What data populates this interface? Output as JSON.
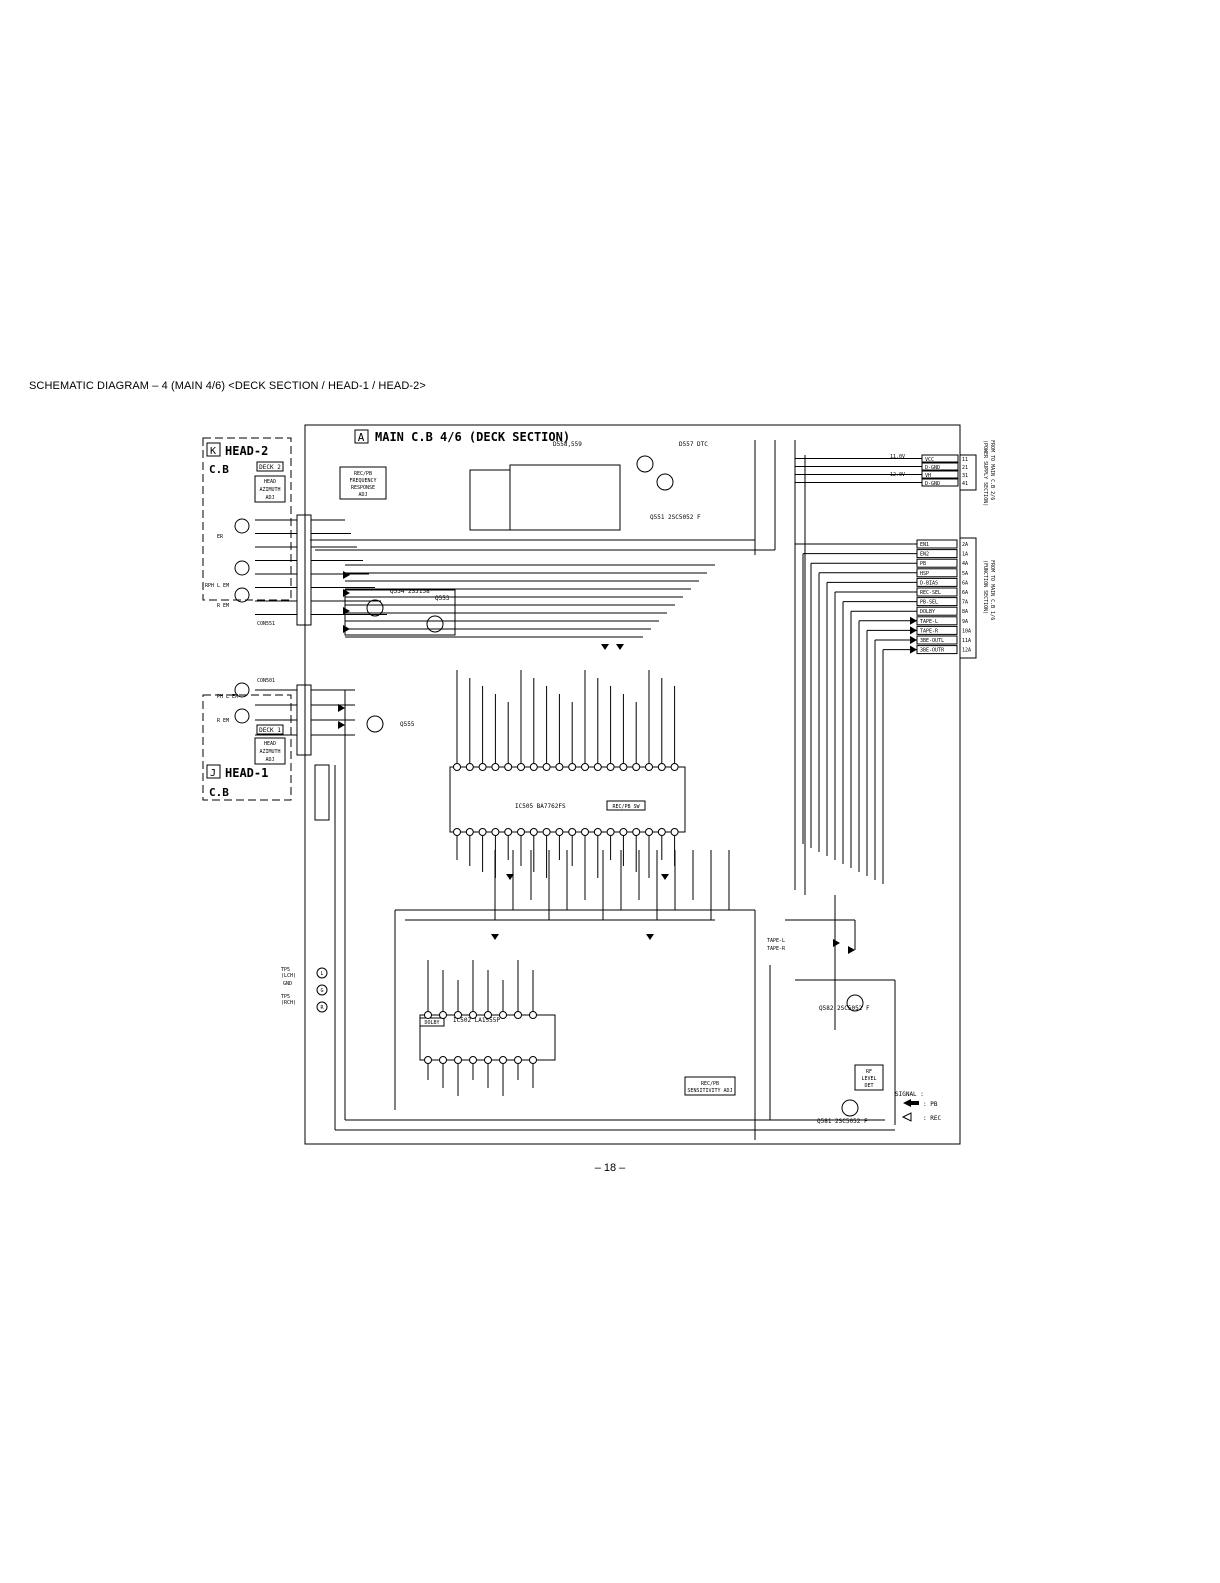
{
  "page": {
    "title": "SCHEMATIC  DIAGRAM – 4  (MAIN 4/6)  <DECK SECTION / HEAD-1 / HEAD-2>",
    "number": "– 18 –"
  },
  "board": {
    "letter": "A",
    "title": "MAIN C.B 4/6 (DECK SECTION)"
  },
  "head2": {
    "letter": "K",
    "title": "HEAD-2",
    "sub": "C.B",
    "deck": "DECK 2",
    "azimuth": [
      "HEAD",
      "AZIMUTH",
      "ADJ"
    ],
    "pins": [
      "ER",
      "RPH L EM",
      "R EM"
    ],
    "connector": "CON551"
  },
  "head1": {
    "letter": "J",
    "title": "HEAD-1",
    "sub": "C.B",
    "deck": "DECK 1",
    "azimuth": [
      "HEAD",
      "AZIMUTH",
      "ADJ"
    ],
    "pins": [
      "PH L EM",
      "R EM"
    ],
    "connector": "CON501"
  },
  "ic_labels": {
    "ic505": "IC505 BA7762FS",
    "ic505_tag": "REC/PB SW",
    "ic502": "IC502 LA1555P",
    "ic502_tag": "DOLBY"
  },
  "parts": {
    "q554": "Q554 2SJ158",
    "q555": "Q555",
    "q553": "Q553",
    "q551": "Q551 2SC5052 F",
    "q582": "Q582 2SC5052 F",
    "q581": "Q581 2SC5052 F",
    "d558": "D558,559",
    "d557": "D557 DTC"
  },
  "top_connector": {
    "title": [
      "FROM TO MAIN C.B 2/6",
      "(POWER SUPPLY SECTION)"
    ],
    "signals": [
      "VCC",
      "D-GND",
      "VH",
      "D-GND"
    ],
    "pins": [
      "11",
      "21",
      "31",
      "41"
    ]
  },
  "right_connector": {
    "title": [
      "FROM TO MAIN C.B 1/6",
      "(FUNCTION SECTION)"
    ],
    "signals": [
      "EN1",
      "EN2",
      "PB",
      "HSP",
      "D-BIAS",
      "REC-SEL",
      "PB-SEL",
      "DOLBY",
      "TAPE-L",
      "TAPE-R",
      "3BE-OUTL",
      "3BE-OUTR"
    ],
    "pins": [
      "2A",
      "1A",
      "4A",
      "5A",
      "6A",
      "6A",
      "7A",
      "8A",
      "9A",
      "10A",
      "11A",
      "12A"
    ]
  },
  "tp": {
    "lines": [
      "TP5",
      "(LCH)",
      "GND",
      "TP5",
      "(RCH)"
    ],
    "pins": [
      "L",
      "G",
      "R"
    ]
  },
  "rf_block": [
    "RF",
    "LEVEL",
    "DET"
  ],
  "sensitivity_block": [
    "REC/PB",
    "SENSITIVITY ADJ"
  ],
  "freq_block": [
    "REC/PB",
    "FREQUENCY",
    "RESPONSE",
    "ADJ"
  ],
  "signal_legend": {
    "title": "SIGNAL :",
    "pb": ": PB",
    "rec": ": REC"
  },
  "bus_labels": [
    "TAPE-L",
    "TAPE-R"
  ],
  "top_voltage": [
    "11.0V",
    "12.0V"
  ]
}
